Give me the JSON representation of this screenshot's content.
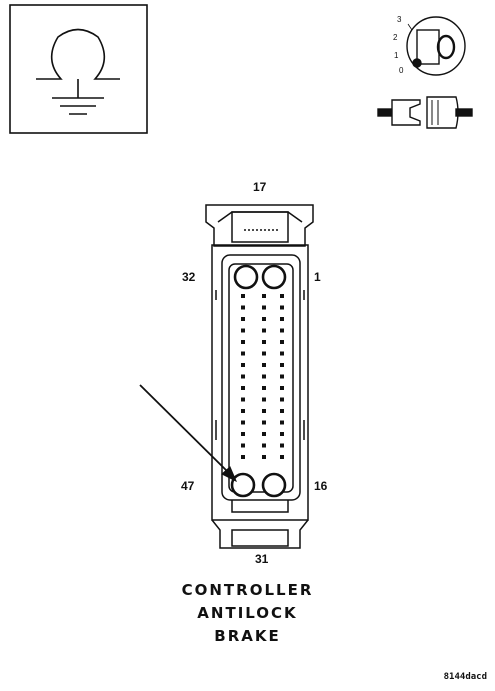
{
  "pins": {
    "top": "17",
    "upper_left": "32",
    "upper_right": "1",
    "lower_left": "47",
    "lower_right": "16",
    "bottom": "31"
  },
  "key_positions": [
    "3",
    "2",
    "1",
    "0"
  ],
  "caption": {
    "line1": "CONTROLLER",
    "line2": "ANTILOCK",
    "line3": "BRAKE"
  },
  "reference_code": "8144dacd",
  "icons": [
    "ohmmeter-icon",
    "ignition-key-icon",
    "disconnected-connector-icon",
    "pointer-arrow"
  ]
}
